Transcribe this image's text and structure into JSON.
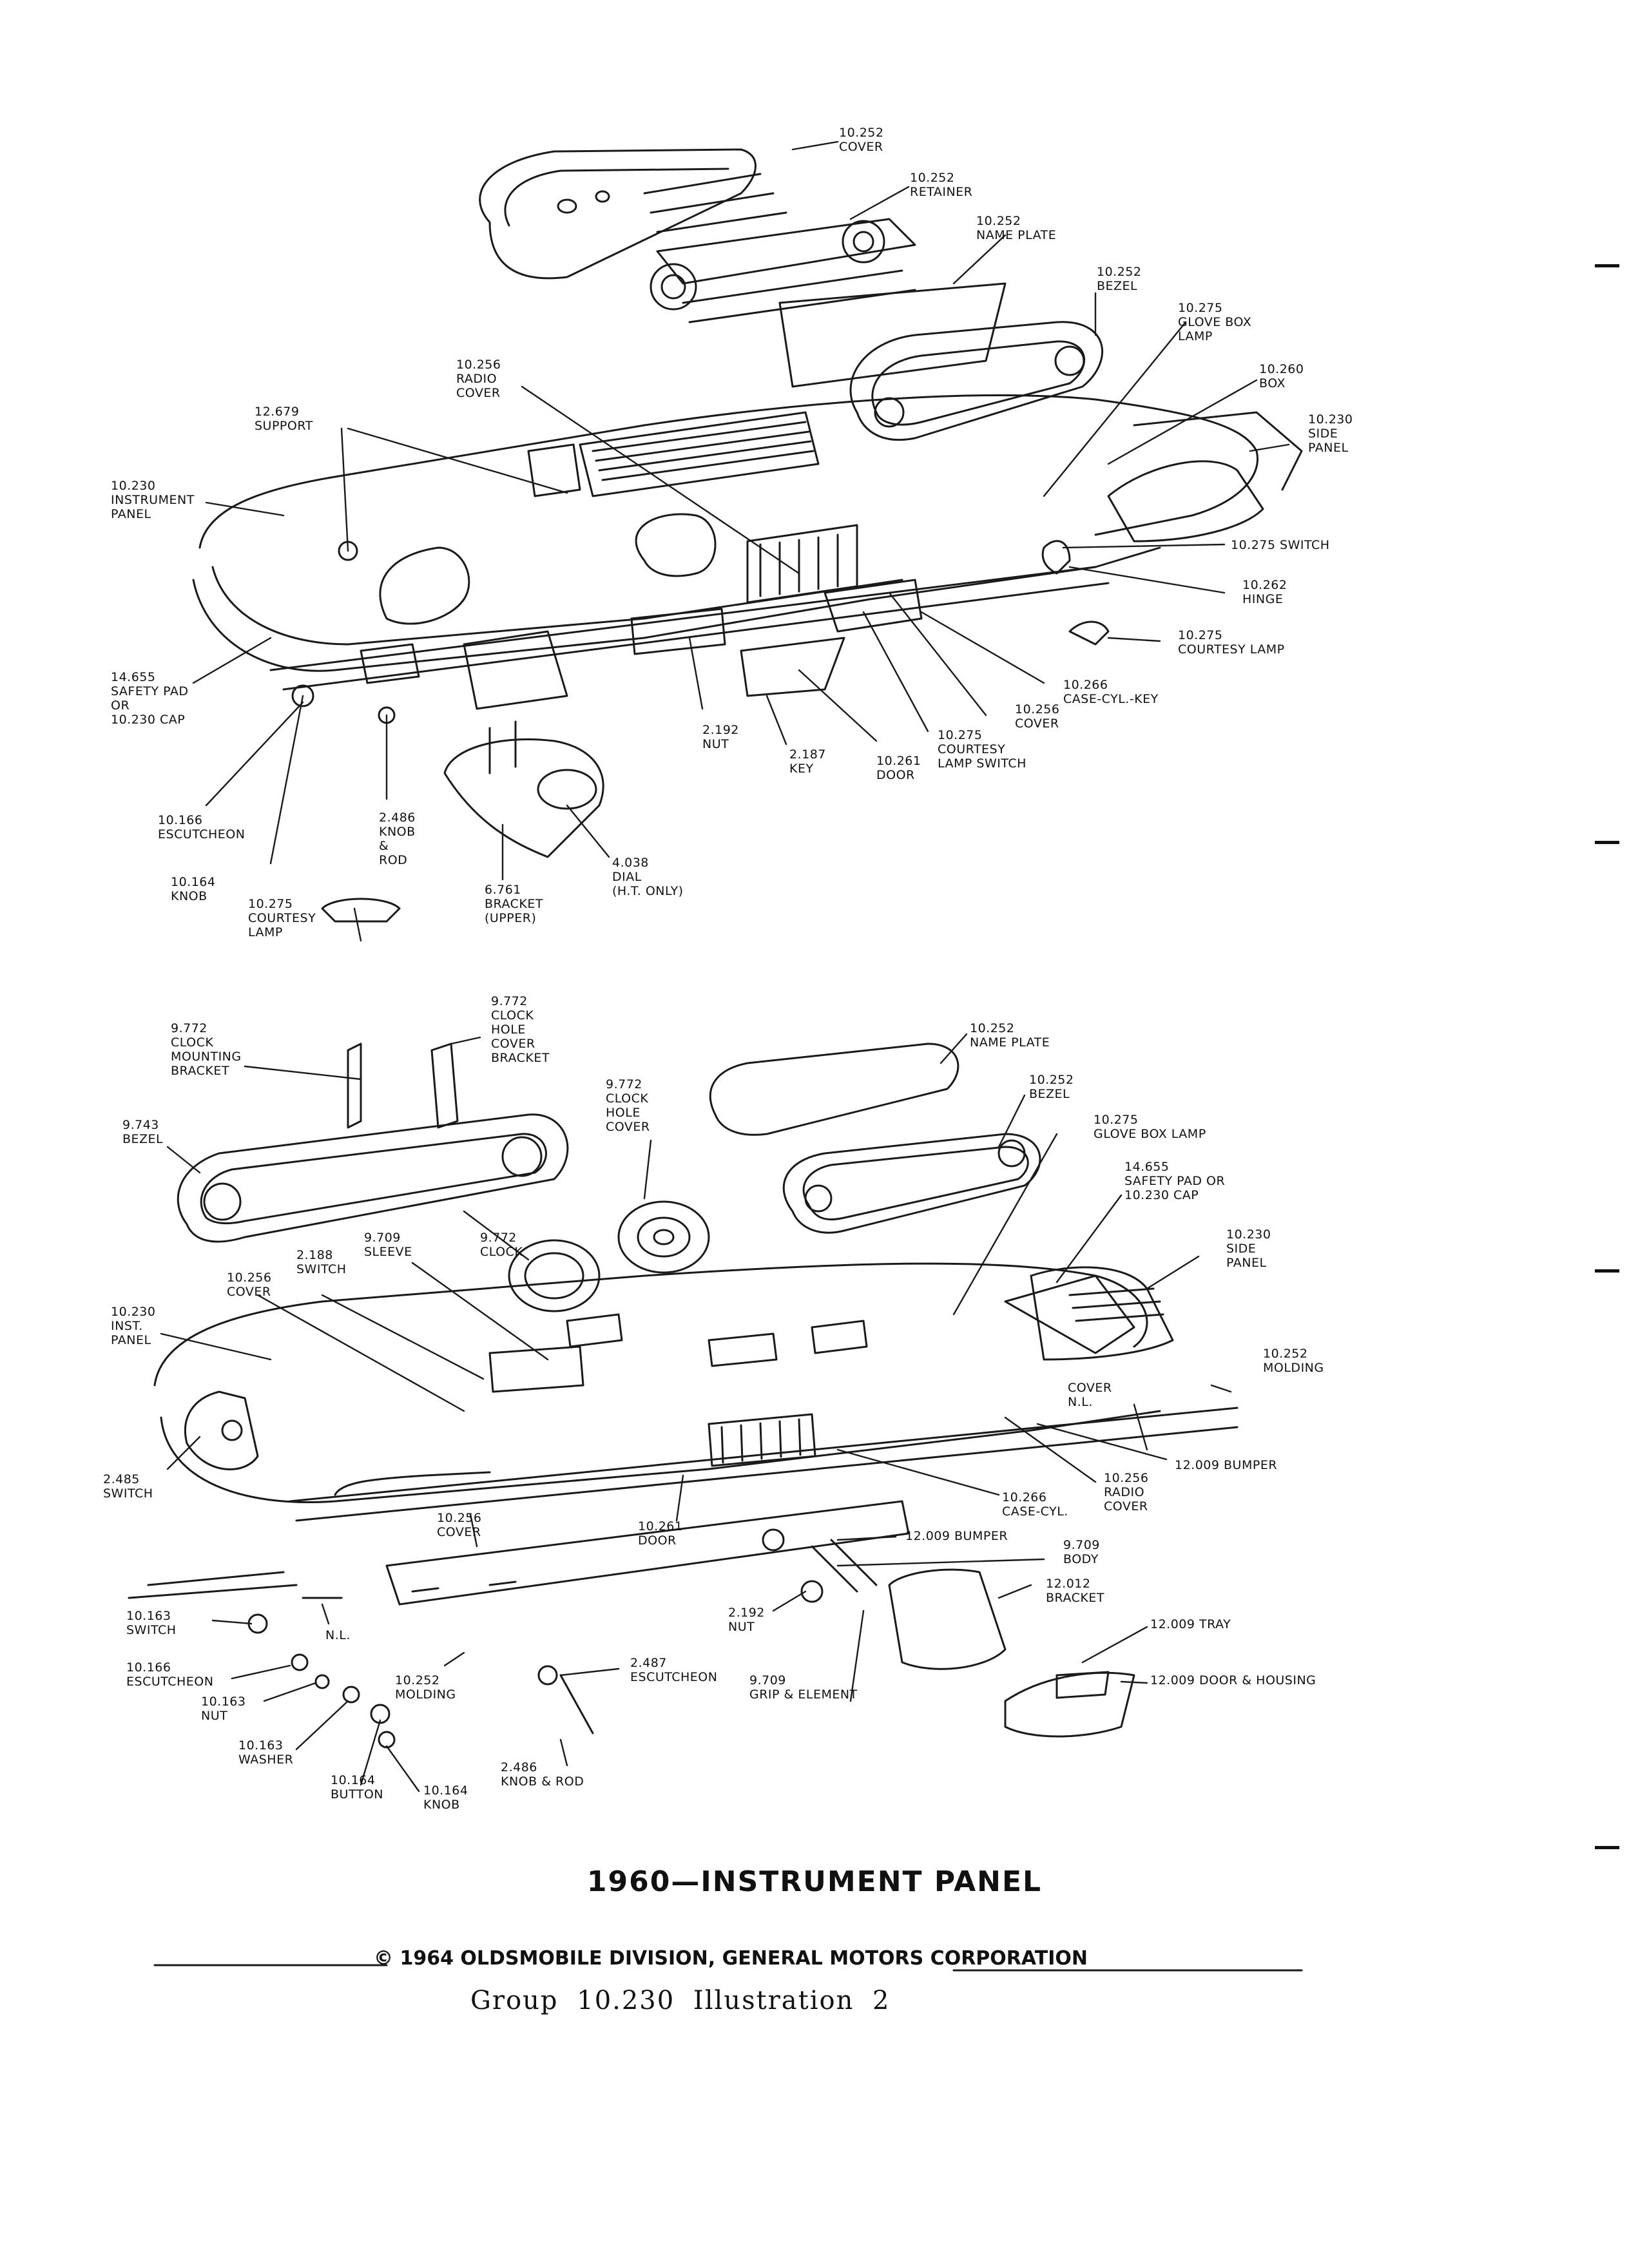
{
  "diagram": {
    "title": "1960—INSTRUMENT PANEL",
    "copyright": "© 1964 OLDSMOBILE DIVISION, GENERAL MOTORS CORPORATION",
    "caption": "Group 10.230   Illustration  2",
    "upper_labels": [
      "10.252\nCOVER",
      "10.252\nRETAINER",
      "10.252\nNAME PLATE",
      "10.252\nBEZEL",
      "10.275\nGLOVE BOX\nLAMP",
      "10.260\nBOX",
      "10.230\nSIDE\nPANEL",
      "10.256\nRADIO\nCOVER",
      "12.679\nSUPPORT",
      "10.230\nINSTRUMENT\nPANEL",
      "10.275 SWITCH",
      "10.262\nHINGE",
      "10.275\nCOURTESY LAMP",
      "10.266\nCASE-CYL.-KEY",
      "10.256\nCOVER",
      "10.275\nCOURTESY\nLAMP SWITCH",
      "10.261\nDOOR",
      "2.187\nKEY",
      "2.192\nNUT",
      "14.655\nSAFETY PAD\nOR\n10.230 CAP",
      "10.166\nESCUTCHEON",
      "2.486\nKNOB\n&\nROD",
      "10.164\nKNOB",
      "10.275\nCOURTESY\nLAMP",
      "6.761\nBRACKET\n(UPPER)",
      "4.038\nDIAL\n(H.T. ONLY)"
    ],
    "lower_labels": [
      "9.772\nCLOCK\nMOUNTING\nBRACKET",
      "9.772\nCLOCK\nHOLE\nCOVER\nBRACKET",
      "9.772\nCLOCK\nHOLE\nCOVER",
      "10.252\nNAME PLATE",
      "10.252\nBEZEL",
      "10.275\nGLOVE BOX LAMP",
      "14.655\nSAFETY PAD OR\n10.230 CAP",
      "10.230\nSIDE\nPANEL",
      "9.743\nBEZEL",
      "9.772\nCLOCK",
      "9.709\nSLEEVE",
      "2.188\nSWITCH",
      "10.256\nCOVER",
      "10.230\nINST.\nPANEL",
      "10.252\nMOLDING",
      "COVER\nN.L.",
      "12.009 BUMPER",
      "10.256\nRADIO\nCOVER",
      "10.266\nCASE-CYL.",
      "2.485\nSWITCH",
      "10.261\nDOOR",
      "10.256\nCOVER",
      "12.009 BUMPER",
      "9.709\nBODY",
      "12.012\nBRACKET",
      "12.009 TRAY",
      "12.009 DOOR & HOUSING",
      "10.163\nSWITCH",
      "N.L.",
      "2.192\nNUT",
      "10.166\nESCUTCHEON",
      "10.163\nNUT",
      "10.252\nMOLDING",
      "2.487\nESCUTCHEON",
      "9.709\nGRIP & ELEMENT",
      "10.163\nWASHER",
      "10.164\nBUTTON",
      "10.164\nKNOB",
      "2.486\nKNOB & ROD"
    ]
  }
}
